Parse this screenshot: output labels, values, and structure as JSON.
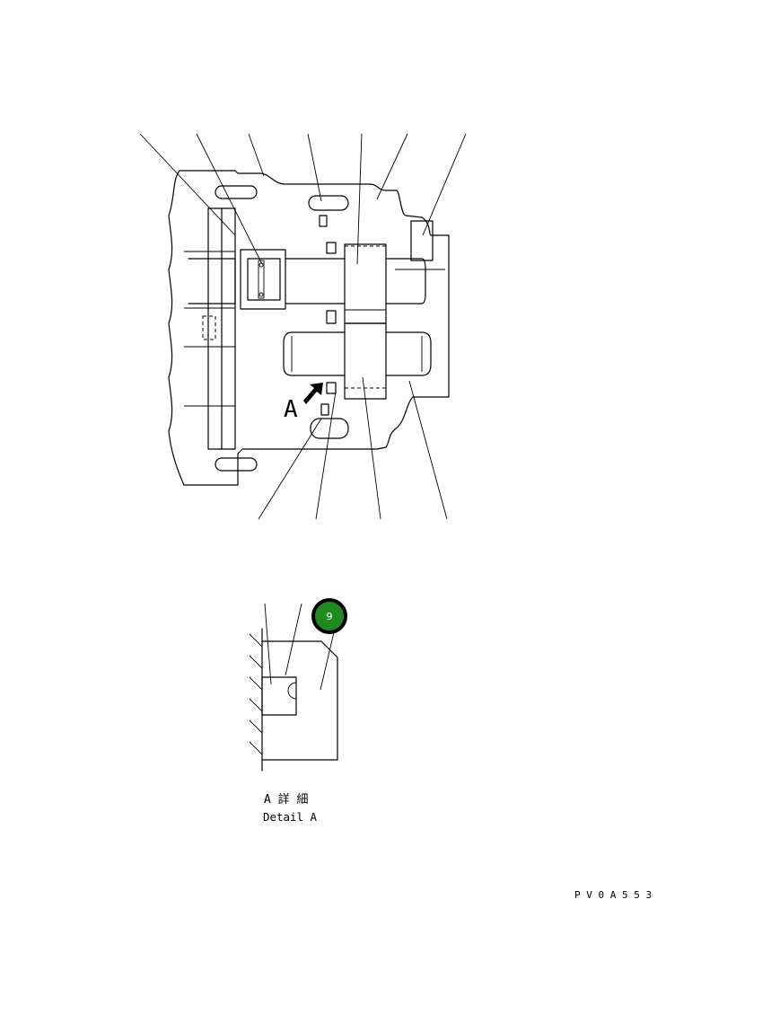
{
  "view_marker": "A",
  "detail": {
    "title_jp": "A 詳 細",
    "title_en": "Detail A"
  },
  "callout": {
    "number": "9",
    "fill_color": "#1f8a1f",
    "ring_color": "#000000"
  },
  "drawing_code": "P V 0 A 5 5 3"
}
